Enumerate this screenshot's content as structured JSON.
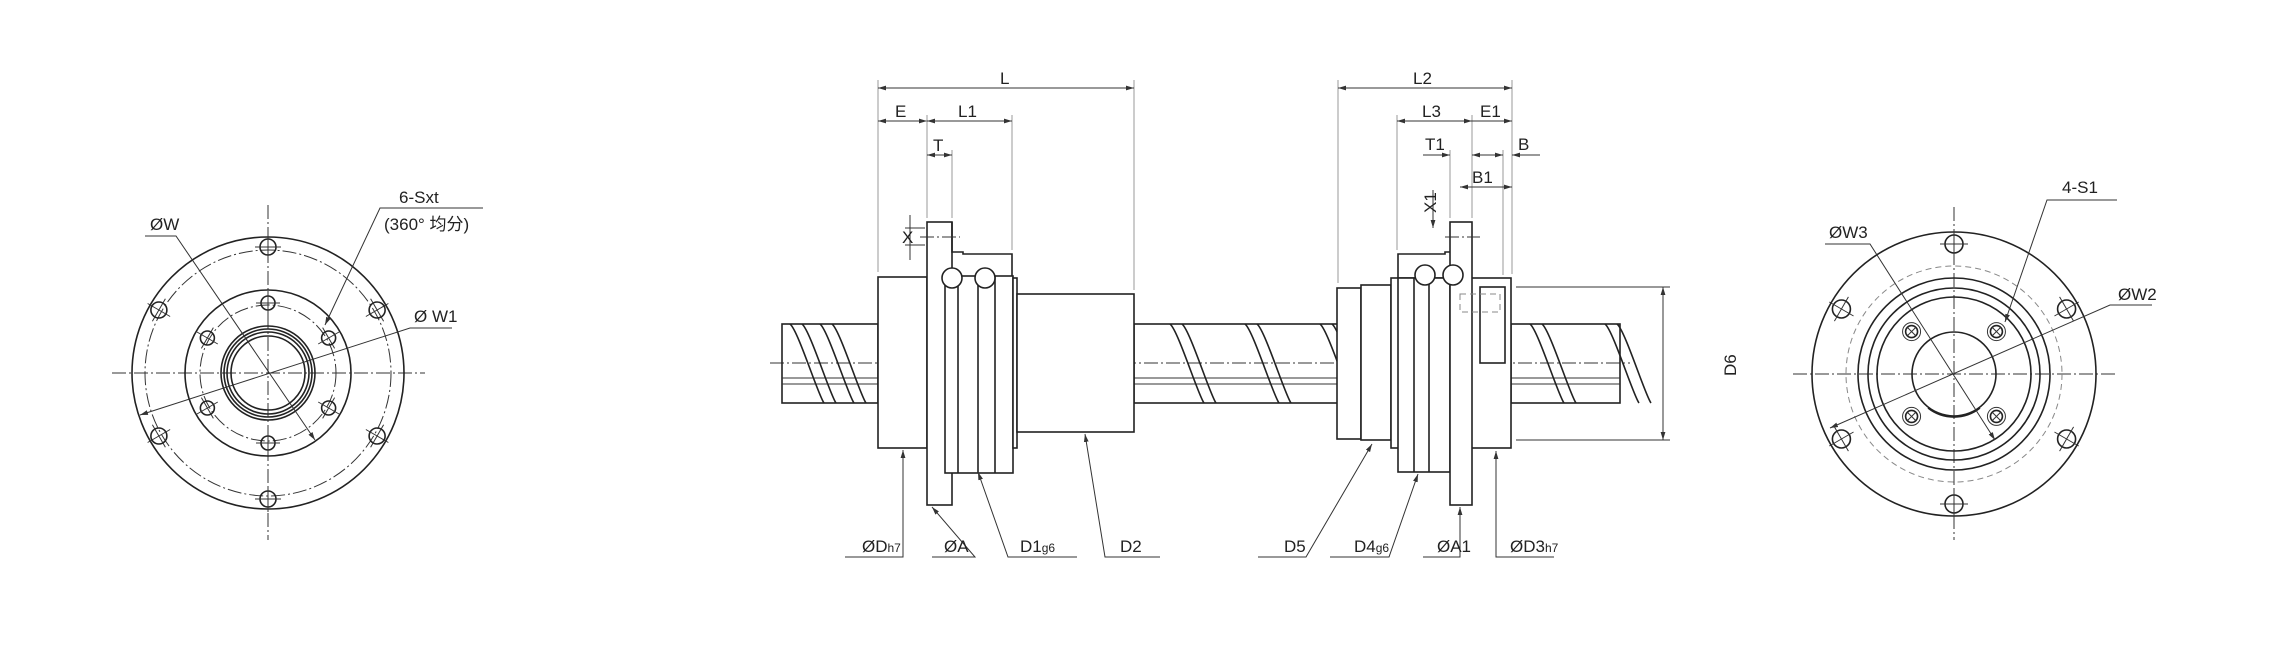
{
  "left_view": {
    "label_w": "ØW",
    "label_sxt": "6-Sxt",
    "label_sxt_note": "(360° 均分)",
    "label_w1": "Ø W1"
  },
  "side_view": {
    "dims_top": {
      "L": "L",
      "E": "E",
      "L1": "L1",
      "T": "T",
      "X": "X"
    },
    "dims_top_right": {
      "L2": "L2",
      "L3": "L3",
      "E1": "E1",
      "T1": "T1",
      "B": "B",
      "B1": "B1",
      "X1": "X1",
      "D6": "D6"
    },
    "bottom_labels": [
      {
        "main": "ØD",
        "sub": "h7"
      },
      {
        "main": "ØA",
        "sub": ""
      },
      {
        "main": "D1",
        "sub": "g6"
      },
      {
        "main": "D2",
        "sub": ""
      },
      {
        "main": "D5",
        "sub": ""
      },
      {
        "main": "D4",
        "sub": "g6"
      },
      {
        "main": "ØA1",
        "sub": ""
      },
      {
        "main": "ØD3",
        "sub": "h7"
      }
    ]
  },
  "right_view": {
    "label_s1": "4-S1",
    "label_w3": "ØW3",
    "label_w2": "ØW2"
  }
}
